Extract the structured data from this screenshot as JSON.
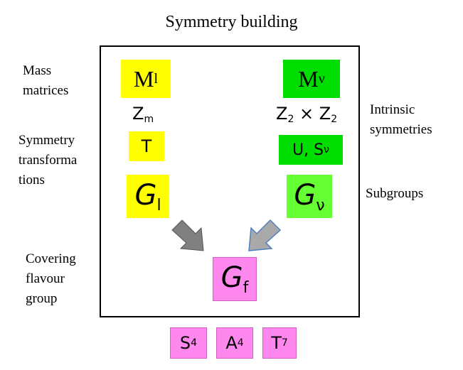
{
  "title": "Symmetry building",
  "left_labels": {
    "mass_matrices": "Mass\nmatrices",
    "symmetry_transformations": "Symmetry\ntransforma\ntions",
    "covering_group": "Covering\nflavour\ngroup"
  },
  "right_labels": {
    "intrinsic_symmetries": "Intrinsic\nsymmetries",
    "subgroups": "Subgroups"
  },
  "lepton": {
    "mass_base": "M",
    "mass_sub": "l",
    "symmetry_base": "Z",
    "symmetry_sub": "m",
    "transformation": "T",
    "group_base": "G",
    "group_sub": "l"
  },
  "neutrino": {
    "mass_base": "M",
    "mass_sub": "ν",
    "symmetry_a_base": "Z",
    "symmetry_a_sub": "2",
    "times": " × ",
    "symmetry_b_base": "Z",
    "symmetry_b_sub": "2",
    "transformation_base": "U, S",
    "transformation_sub": "ν",
    "group_base": "G",
    "group_sub": "ν"
  },
  "flavour": {
    "group_base": "G",
    "group_sub": "f"
  },
  "examples": [
    {
      "base": "S",
      "sub": "4"
    },
    {
      "base": "A",
      "sub": "4"
    },
    {
      "base": "T",
      "sub": "7"
    }
  ],
  "colors": {
    "yellow": "#ffff00",
    "green": "#00dd00",
    "light_green": "#66ff33",
    "pink": "#ff88ee",
    "arrow_gray": "#808080"
  }
}
